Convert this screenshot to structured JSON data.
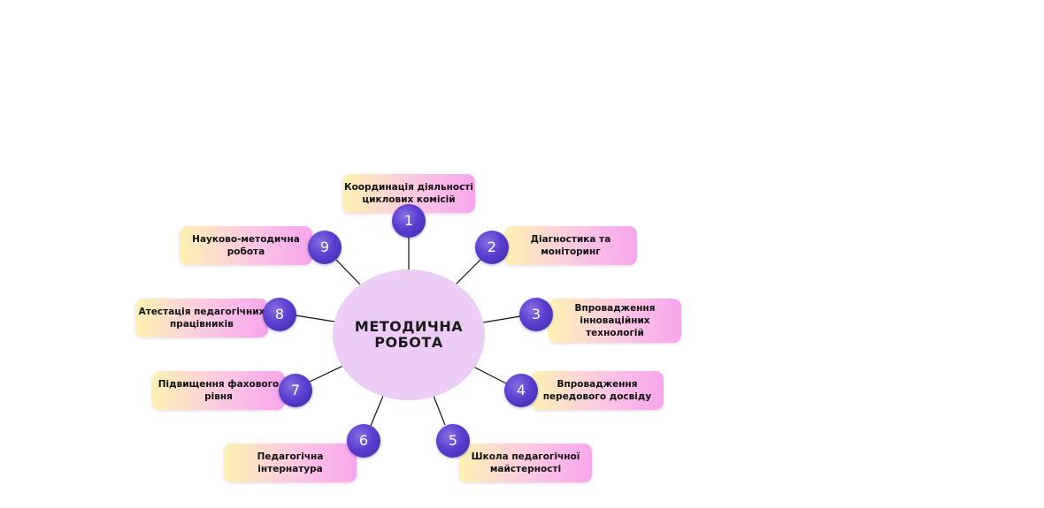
{
  "hub": {
    "line1": "МЕТОДИЧНА",
    "line2": "РОБОТА"
  },
  "nodes": [
    {
      "number": "1",
      "line1": "Координація діяльності",
      "line2": "циклових комісій"
    },
    {
      "number": "2",
      "line1": "Діагностика та",
      "line2": "моніторинг"
    },
    {
      "number": "3",
      "line1": "Впровадження",
      "line2": "інноваційних",
      "line3": "технологій"
    },
    {
      "number": "4",
      "line1": "Впровадження",
      "line2": "передового досвіду"
    },
    {
      "number": "5",
      "line1": "Школа педагогічної",
      "line2": "майстерності"
    },
    {
      "number": "6",
      "line1": "Педагогічна",
      "line2": "інтернатура"
    },
    {
      "number": "7",
      "line1": "Підвищення фахового",
      "line2": "рівня"
    },
    {
      "number": "8",
      "line1": "Атестація педагогічних",
      "line2": "працівників"
    },
    {
      "number": "9",
      "line1": "Науково-методична",
      "line2": "робота"
    }
  ],
  "colors": {
    "hub": "#ebcdf6",
    "number_circle": "#5b3ed1",
    "label_gradient_start": "#fdf2b3",
    "label_gradient_end": "#f7a5ec",
    "connector": "#111111"
  }
}
